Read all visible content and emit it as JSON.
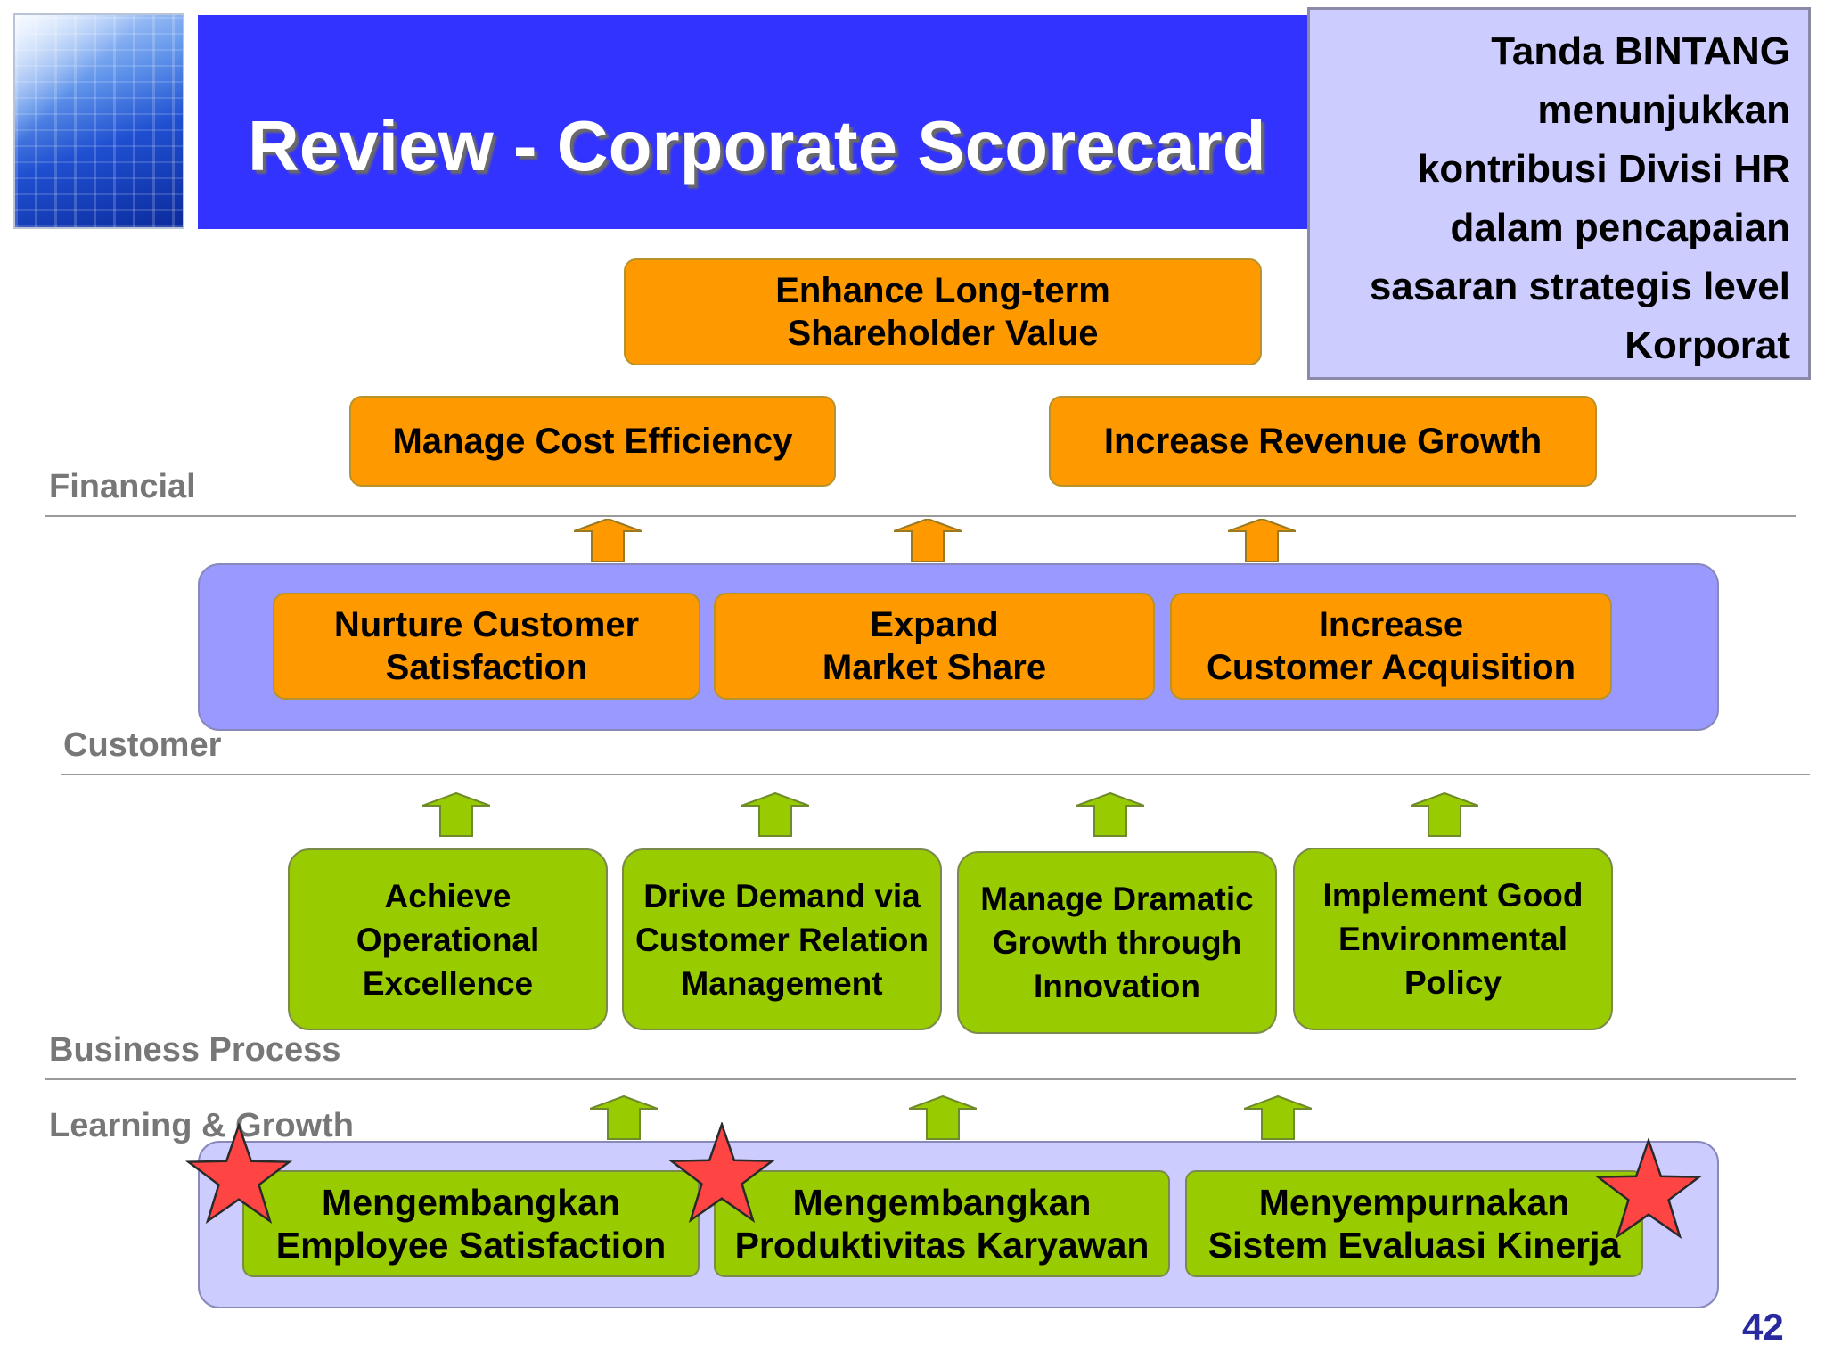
{
  "header": {
    "title": "Review - Corporate Scorecard",
    "note": "Tanda BINTANG\nmenunjukkan\nkontribusi Divisi HR\ndalam pencapaian\nsasaran strategis level\nKorporat"
  },
  "perspectives": {
    "financial": "Financial",
    "customer": "Customer",
    "business_process": "Business Process",
    "learning_growth": "Learning & Growth"
  },
  "financial": {
    "top": "Enhance Long-term\nShareholder Value",
    "left": "Manage Cost Efficiency",
    "right": "Increase Revenue Growth"
  },
  "customer": {
    "items": [
      "Nurture Customer\nSatisfaction",
      "Expand\nMarket Share",
      "Increase\nCustomer Acquisition"
    ]
  },
  "business_process": {
    "items": [
      "Achieve\nOperational\nExcellence",
      "Drive Demand via\nCustomer Relation\nManagement",
      "Manage Dramatic\nGrowth through\nInnovation",
      "Implement Good\nEnvironmental\nPolicy"
    ]
  },
  "learning_growth": {
    "items": [
      "Mengembangkan\nEmployee Satisfaction",
      "Mengembangkan\nProduktivitas Karyawan",
      "Menyempurnakan\nSistem Evaluasi Kinerja"
    ]
  },
  "colors": {
    "title_bar": "#3333ff",
    "note_box": "#ccccff",
    "orange": "#ff9900",
    "green": "#99cc00",
    "customer_panel": "#9999ff",
    "learning_panel": "#ccccff",
    "star": "#ff4444"
  },
  "slide_number": "42"
}
